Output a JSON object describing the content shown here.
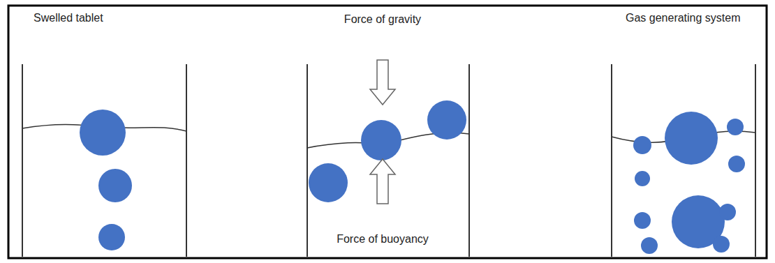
{
  "diagram": {
    "labels": [
      "Swelled tablet",
      "Force of gravity",
      "Force of buoyancy",
      "Gas generating system"
    ]
  }
}
